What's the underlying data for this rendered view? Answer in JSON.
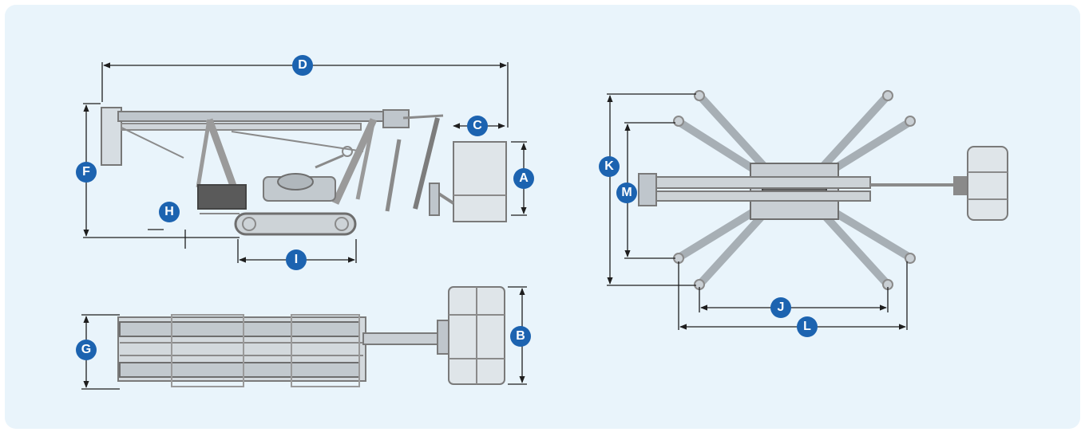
{
  "diagram": {
    "colors": {
      "background": "#e9f4fb",
      "marker": "#1c63b0",
      "marker_text": "#ffffff",
      "line": "#1e1e1e",
      "machine": "#9a9a9a"
    },
    "views": [
      "side-view",
      "top-view-folded",
      "top-view-outriggers"
    ],
    "dimension_labels": {
      "A": "A",
      "B": "B",
      "C": "C",
      "D": "D",
      "F": "F",
      "G": "G",
      "H": "H",
      "I": "I",
      "J": "J",
      "K": "K",
      "L": "L",
      "M": "M"
    }
  }
}
